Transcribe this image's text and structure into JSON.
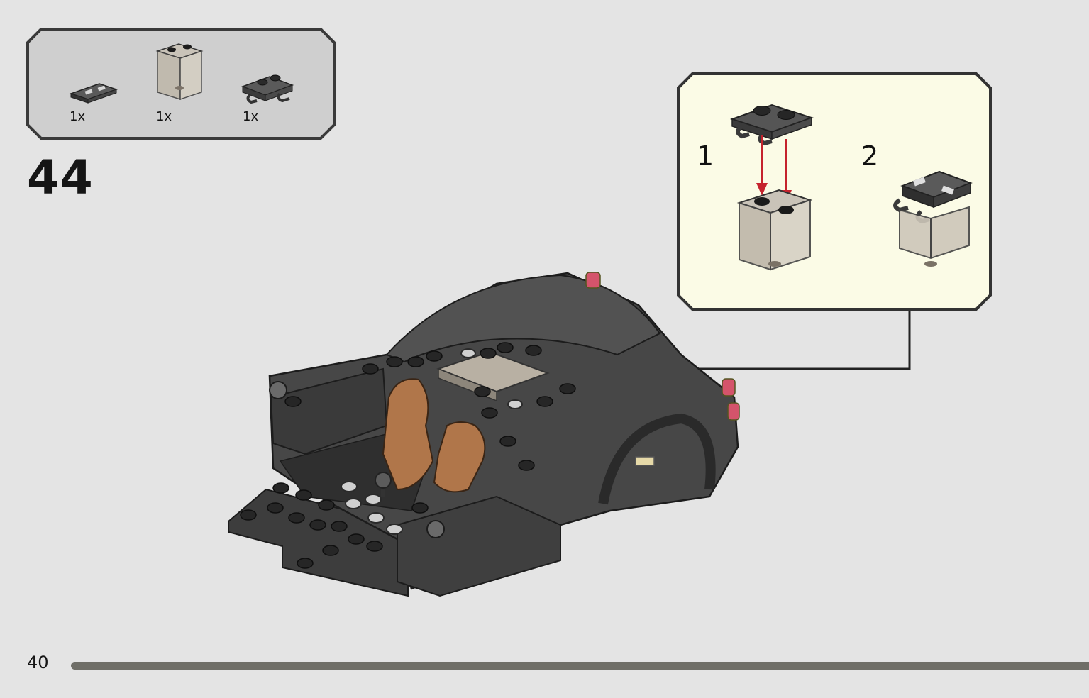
{
  "parts_list": {
    "items": [
      {
        "qty": "1x",
        "part": "tile-1x2-grille-icon"
      },
      {
        "qty": "1x",
        "part": "transparent-panel-1x2x2-icon"
      },
      {
        "qty": "1x",
        "part": "plate-1x2-clips-icon"
      }
    ]
  },
  "step": {
    "number": "44"
  },
  "subassembly": {
    "steps": [
      {
        "label": "1"
      },
      {
        "label": "2"
      }
    ]
  },
  "footer": {
    "page_number": "40",
    "progress": 0.94
  },
  "colors": {
    "background": "#e4e4e4",
    "callout_background": "#fbfbe6",
    "parts_box_background": "#cfcfcf",
    "arrow_red": "#c5232d",
    "progress_bar": "#6f6e67",
    "brick_dark": "#4a4a4a",
    "seat_tan": "#b0764a"
  }
}
